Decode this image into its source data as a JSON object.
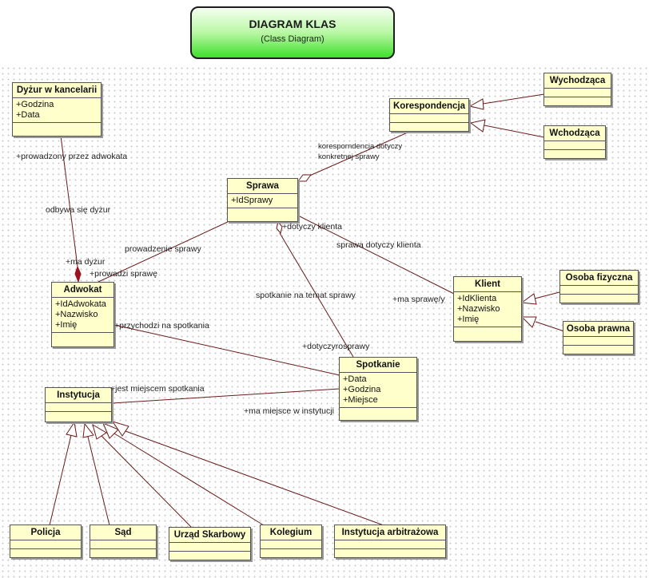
{
  "title": {
    "main": "DIAGRAM KLAS",
    "sub": "(Class Diagram)"
  },
  "classes": {
    "dyzur": {
      "name": "Dyżur w kancelarii",
      "attrs": [
        "+Godzina",
        "+Data"
      ]
    },
    "korespondencja": {
      "name": "Korespondencja",
      "attrs": []
    },
    "wychodzaca": {
      "name": "Wychodząca",
      "attrs": []
    },
    "wchodzaca": {
      "name": "Wchodząca",
      "attrs": []
    },
    "sprawa": {
      "name": "Sprawa",
      "attrs": [
        "+IdSprawy"
      ]
    },
    "adwokat": {
      "name": "Adwokat",
      "attrs": [
        "+IdAdwokata",
        "+Nazwisko",
        "+Imię"
      ]
    },
    "klient": {
      "name": "Klient",
      "attrs": [
        "+IdKlienta",
        "+Nazwisko",
        "+Imię"
      ]
    },
    "osoba_fizyczna": {
      "name": "Osoba fizyczna",
      "attrs": []
    },
    "osoba_prawna": {
      "name": "Osoba prawna",
      "attrs": []
    },
    "spotkanie": {
      "name": "Spotkanie",
      "attrs": [
        "+Data",
        "+Godzina",
        "+Miejsce"
      ]
    },
    "instytucja": {
      "name": "Instytucja",
      "attrs": []
    },
    "policja": {
      "name": "Policja",
      "attrs": []
    },
    "sad": {
      "name": "Sąd",
      "attrs": []
    },
    "urzad": {
      "name": "Urząd Skarbowy",
      "attrs": []
    },
    "kolegium": {
      "name": "Kolegium",
      "attrs": []
    },
    "arbitraz": {
      "name": "Instytucja arbitrażowa",
      "attrs": []
    }
  },
  "labels": {
    "prowadzony": "+prowadzony przez adwokata",
    "odbywa": "odbywa się dyżur",
    "ma_dyzur": "+ma dyżur",
    "prowadzi_sprawe": "+prowadzi sprawę",
    "prowadzenie_sprawy": "prowadzenie sprawy",
    "koresp_line1": "koresporndencja dotyczy",
    "koresp_line2": "konkretnej sprawy",
    "dotyczy_klienta": "+dotyczy klienta",
    "sprawa_dotyczy_klienta": "sprawa dotyczy klienta",
    "ma_sprawe": "+ma sprawę/y",
    "spotkanie_temat": "spotkanie na temat sprawy",
    "przychodzi": "+przychodzi na spotkania",
    "dotyczy_sprawy": "+dotyczyrosprawy",
    "jest_miejscem": "+jest miejscem spotkania",
    "ma_miejsce": "+ma miejsce w instytucji"
  }
}
